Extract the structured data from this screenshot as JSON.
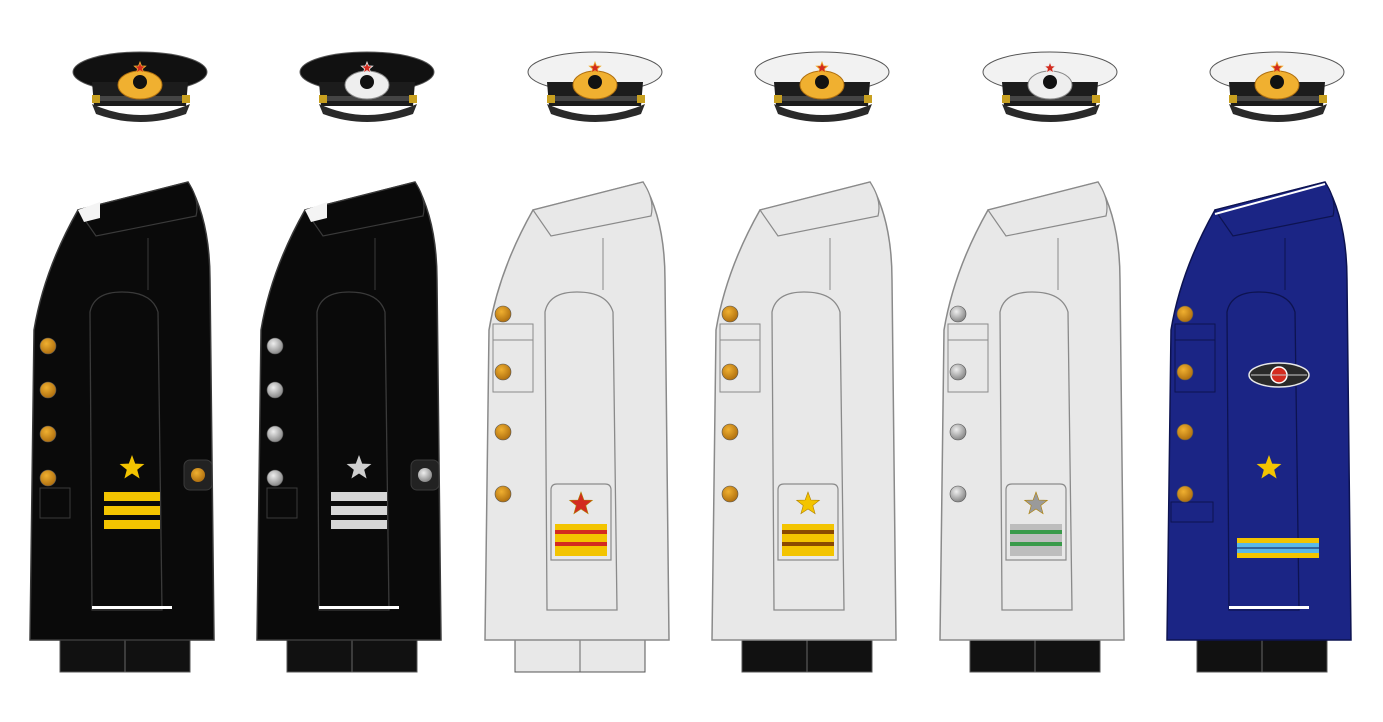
{
  "uniforms": [
    {
      "hat_top": "#111111",
      "hat_badge": "gold",
      "jacket": "#0a0a0a",
      "outline": "#3a3a3a",
      "trouser": "#111111",
      "button": "gold",
      "cuff_stripes": [
        "#f3c400",
        "#f3c400",
        "#f3c400"
      ],
      "cuff_star": "#f3c400",
      "cuff_panel": false,
      "cuff_band_bg": "",
      "bottom_line": "#ffffff",
      "chest_badge": false,
      "cuff_tab": "#222222"
    },
    {
      "hat_top": "#111111",
      "hat_badge": "silver",
      "jacket": "#0a0a0a",
      "outline": "#3a3a3a",
      "trouser": "#111111",
      "button": "silver",
      "cuff_stripes": [
        "#d6d6d6",
        "#d6d6d6",
        "#d6d6d6"
      ],
      "cuff_star": "#cfcfcf",
      "cuff_panel": false,
      "cuff_band_bg": "",
      "bottom_line": "#ffffff",
      "chest_badge": false,
      "cuff_tab": "#222222"
    },
    {
      "hat_top": "#f2f2f2",
      "hat_badge": "gold",
      "jacket": "#e8e8e8",
      "outline": "#8a8a8a",
      "trouser": "#e8e8e8",
      "button": "gold",
      "cuff_stripes": [
        "#d32b1f",
        "#d32b1f"
      ],
      "cuff_star": "#d32b1f",
      "cuff_panel": true,
      "cuff_band_bg": "#f3c400",
      "bottom_line": "",
      "chest_badge": false,
      "cuff_tab": ""
    },
    {
      "hat_top": "#f2f2f2",
      "hat_badge": "gold",
      "jacket": "#e8e8e8",
      "outline": "#8a8a8a",
      "trouser": "#111111",
      "button": "gold",
      "cuff_stripes": [
        "#8a4a00",
        "#8a4a00"
      ],
      "cuff_star": "#f3c400",
      "cuff_panel": true,
      "cuff_band_bg": "#f3c400",
      "bottom_line": "",
      "chest_badge": false,
      "cuff_tab": ""
    },
    {
      "hat_top": "#f2f2f2",
      "hat_badge": "silver",
      "jacket": "#e8e8e8",
      "outline": "#8a8a8a",
      "trouser": "#111111",
      "button": "silver",
      "cuff_stripes": [
        "#3a9a4a",
        "#3a9a4a"
      ],
      "cuff_star": "#9a9a9a",
      "cuff_panel": true,
      "cuff_band_bg": "#bdbdbd",
      "bottom_line": "",
      "chest_badge": false,
      "cuff_tab": ""
    },
    {
      "hat_top": "#f2f2f2",
      "hat_badge": "gold",
      "jacket": "#1b2585",
      "outline": "#0d1350",
      "trouser": "#111111",
      "button": "gold",
      "cuff_stripes": [
        "#5ab8e8"
      ],
      "cuff_star": "#f3c400",
      "cuff_panel": false,
      "cuff_band_bg": "#f3c400",
      "bottom_line": "#ffffff",
      "chest_badge": true,
      "cuff_tab": ""
    }
  ]
}
